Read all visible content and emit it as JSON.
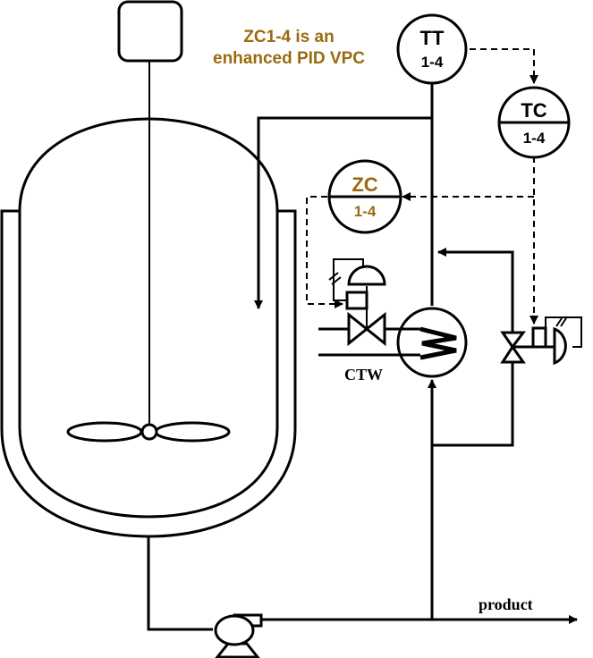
{
  "diagram": {
    "title": "Jacketed batch reactor temperature control with valve position control",
    "note": {
      "line1": "ZC1-4 is an",
      "line2": "enhanced PID VPC",
      "color": "#9a6a10"
    },
    "instruments": {
      "tt": {
        "tag": "TT",
        "number": "1-4",
        "role": "temperature transmitter"
      },
      "tc": {
        "tag": "TC",
        "number": "1-4",
        "role": "temperature controller"
      },
      "zc": {
        "tag": "ZC",
        "number": "1-4",
        "role": "valve position controller",
        "color": "#9a6a10"
      }
    },
    "streams": {
      "cooling_water": "CTW",
      "product": "product"
    },
    "equipment": [
      "reactor-vessel",
      "cooling-jacket",
      "agitator",
      "agitator-motor",
      "heat-exchanger",
      "ctw-control-valve",
      "recirculation-control-valve",
      "product-pump"
    ]
  }
}
